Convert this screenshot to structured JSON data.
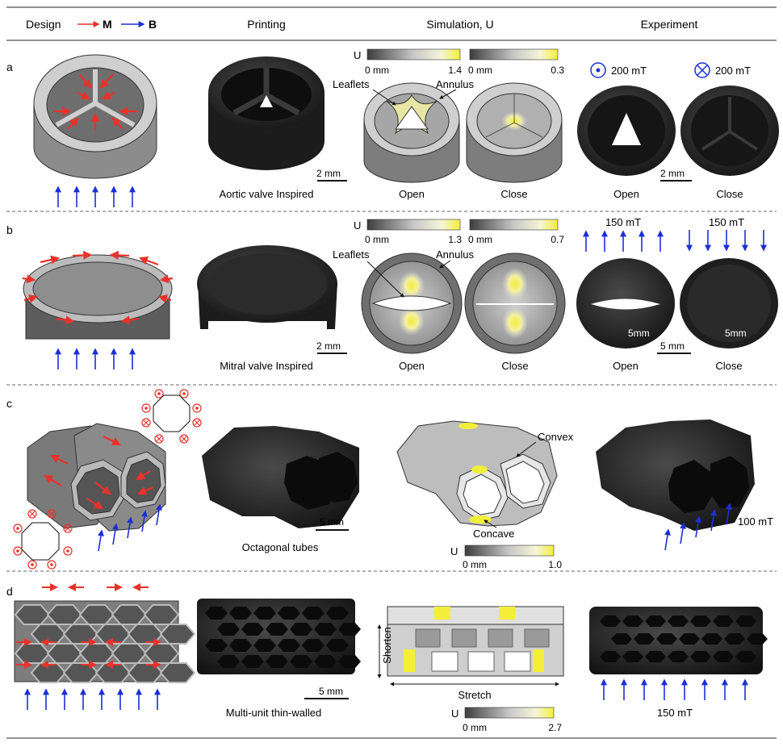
{
  "header": {
    "design": "Design",
    "m_label": "M",
    "b_label": "B",
    "printing": "Printing",
    "simulation": "Simulation, U",
    "experiment": "Experiment"
  },
  "colors": {
    "magnetization": "#e8322b",
    "field": "#1c2fd6",
    "colormap_low": "#4a4a4a",
    "colormap_high": "#f2ee3a"
  },
  "row_a": {
    "label": "a",
    "print_caption": "Aortic valve Inspired",
    "scale_print": "2 mm",
    "cbar1_u": "U",
    "cbar1_min": "0 mm",
    "cbar1_max": "1.4",
    "cbar2_min": "0 mm",
    "cbar2_max": "0.3",
    "leaflets": "Leaflets",
    "annulus": "Annulus",
    "sim_open": "Open",
    "sim_close": "Close",
    "exp_field_out": "200 mT",
    "exp_field_in": "200 mT",
    "exp_scale": "2 mm",
    "exp_open": "Open",
    "exp_close": "Close"
  },
  "row_b": {
    "label": "b",
    "print_caption": "Mitral valve Inspired",
    "scale_print": "2 mm",
    "cbar1_u": "U",
    "cbar1_min": "0 mm",
    "cbar1_max": "1.3",
    "cbar2_min": "0 mm",
    "cbar2_max": "0.7",
    "leaflets": "Leaflets",
    "annulus": "Annulus",
    "sim_open": "Open",
    "sim_close": "Close",
    "exp_field_up": "150 mT",
    "exp_field_down": "150 mT",
    "exp_size_open": "5mm",
    "exp_size_close": "5mm",
    "exp_scale": "5 mm",
    "exp_open": "Open",
    "exp_close": "Close"
  },
  "row_c": {
    "label": "c",
    "print_caption": "Octagonal tubes",
    "scale_print": "5 mm",
    "convex": "Convex",
    "concave": "Concave",
    "cbar_u": "U",
    "cbar_min": "0 mm",
    "cbar_max": "1.0",
    "exp_field": "100 mT"
  },
  "row_d": {
    "label": "d",
    "print_caption": "Multi-unit thin-walled",
    "scale_print": "5 mm",
    "shorten": "Shorten",
    "stretch": "Stretch",
    "cbar_u": "U",
    "cbar_min": "0 mm",
    "cbar_max": "2.7",
    "exp_field": "150 mT"
  }
}
